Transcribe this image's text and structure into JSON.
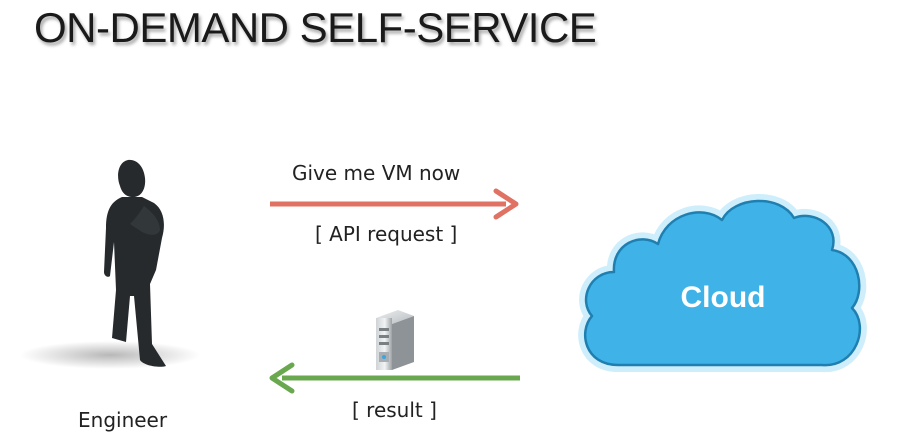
{
  "title": "ON-DEMAND SELF-SERVICE",
  "request": {
    "label": "Give me VM now",
    "sublabel": "[ API request ]",
    "color": "#e07264"
  },
  "result": {
    "label": "[ result ]",
    "color": "#6aa84f"
  },
  "engineer": {
    "label": "Engineer",
    "icon": "person-silhouette-icon"
  },
  "cloud": {
    "label": "Cloud",
    "color": "#3fb3e8",
    "icon": "cloud-icon"
  },
  "server": {
    "icon": "server-icon"
  }
}
